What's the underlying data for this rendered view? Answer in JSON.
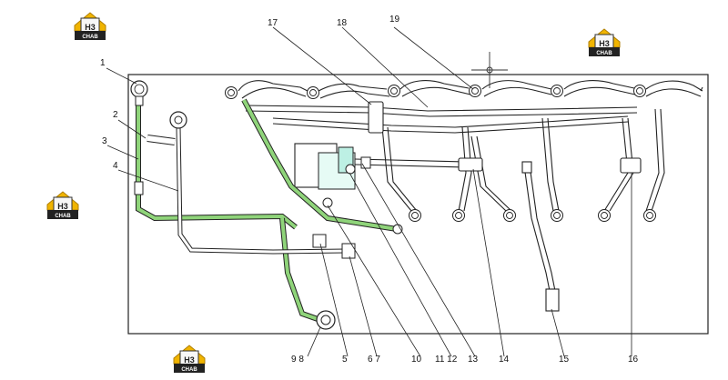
{
  "logo": {
    "mark": "H3",
    "caption": "CHAB"
  },
  "callouts": [
    "1",
    "2",
    "3",
    "4",
    "9 8",
    "5",
    "6 7",
    "10",
    "11 12",
    "13",
    "14",
    "15",
    "16",
    "17",
    "18",
    "19"
  ],
  "colors": {
    "line": "#222222",
    "pipe_highlight": "#8fd47a",
    "bracket_highlight": "#7fd8c8",
    "logo_gold": "#f0b400",
    "logo_dark": "#222222"
  }
}
